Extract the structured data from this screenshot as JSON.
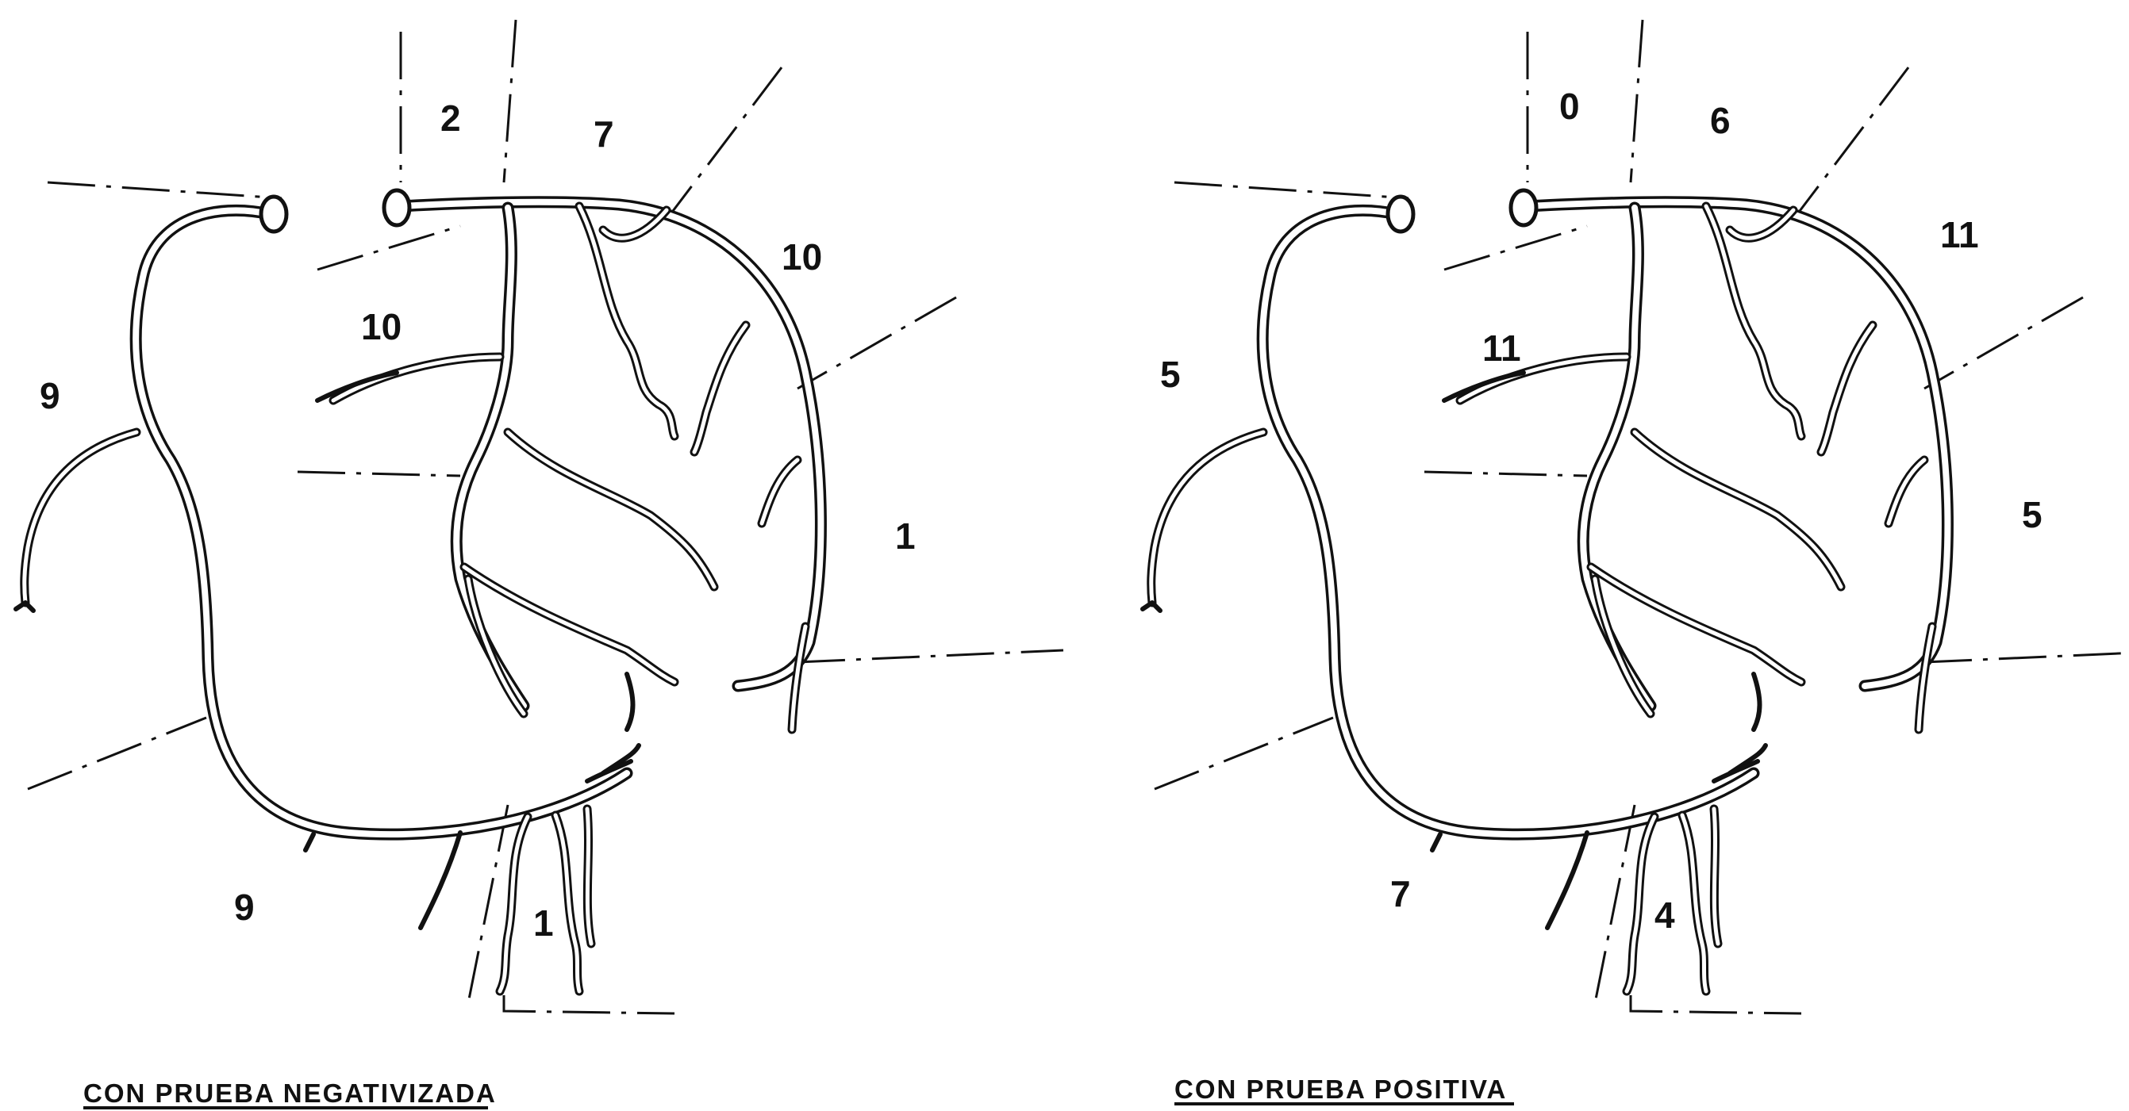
{
  "panels": [
    {
      "caption": "CON PRUEBA NEGATIVIZADA",
      "segments": {
        "s_top_left": "2",
        "s_top_right": "7",
        "s_upper_right": "10",
        "s_inner_left": "10",
        "s_right_mid": "1",
        "s_far_left": "9",
        "s_bottom_left": "9",
        "s_bottom_center": "1"
      }
    },
    {
      "caption": "CON PRUEBA POSITIVA",
      "segments": {
        "s_top_left": "0",
        "s_top_right": "6",
        "s_upper_right": "11",
        "s_inner_left": "11",
        "s_right_mid": "5",
        "s_far_left": "5",
        "s_bottom_left": "7",
        "s_bottom_center": "4"
      }
    }
  ]
}
